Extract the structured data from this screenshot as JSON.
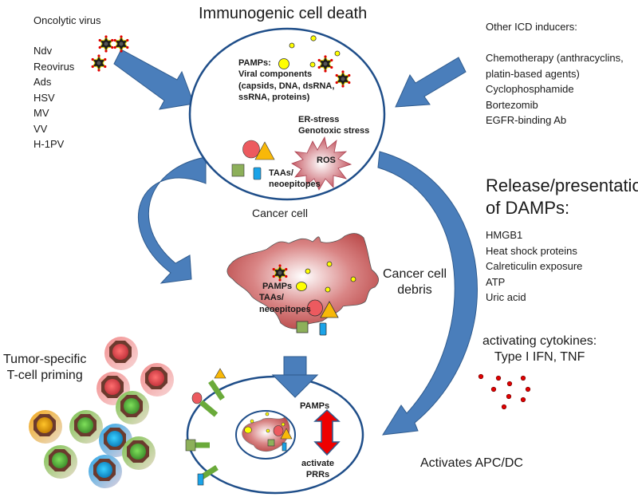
{
  "title": "Immunogenic cell death",
  "oncolytic": {
    "heading": "Oncolytic virus",
    "items": [
      "Ndv",
      "Reovirus",
      "Ads",
      "HSV",
      "MV",
      "VV",
      "H-1PV"
    ]
  },
  "inducers": {
    "heading": "Other ICD inducers:",
    "items": [
      "Chemotherapy (anthracyclins,",
      "platin-based agents)",
      "Cyclophosphamide",
      "Bortezomib",
      "EGFR-binding Ab"
    ]
  },
  "cancer_cell": {
    "label": "Cancer cell",
    "pamps_lines": [
      "PAMPs:",
      "Viral components",
      "(capsids, DNA, dsRNA,",
      "ssRNA, proteins)"
    ],
    "stress_lines": [
      "ER-stress",
      "Genotoxic stress"
    ],
    "ros": "ROS",
    "taa_lines": [
      "TAAs/",
      "neoepitopes"
    ]
  },
  "debris": {
    "label_lines": [
      "Cancer cell",
      "debris"
    ],
    "inner_lines": [
      "PAMPs",
      "TAAs/",
      "neoepitopes"
    ]
  },
  "damps": {
    "heading_lines": [
      "Release/presentation",
      "of DAMPs:"
    ],
    "items": [
      "HMGB1",
      "Heat shock proteins",
      "Calreticulin exposure",
      "ATP",
      "Uric acid"
    ]
  },
  "cytokines": {
    "lines": [
      "activating cytokines:",
      "Type I IFN, TNF"
    ]
  },
  "tcell": {
    "lines": [
      "Tumor-specific",
      "T-cell priming"
    ]
  },
  "apc": {
    "label": "Activates APC/DC",
    "pamps": "PAMPs",
    "activate_lines": [
      "activate",
      "PRRs"
    ]
  },
  "colors": {
    "arrow_blue": "#4a7ebb",
    "arrow_stroke": "#2f5b8e",
    "cell_outline": "#1f4e89",
    "pamp_yellow": "#ffff00",
    "debris_red": "#c0504d",
    "tcell_red": "#e8534f",
    "tcell_green": "#7ab648",
    "tcell_blue": "#1aa3e8",
    "tcell_orange": "#f0a30a",
    "cytokine_red": "#e00000"
  }
}
